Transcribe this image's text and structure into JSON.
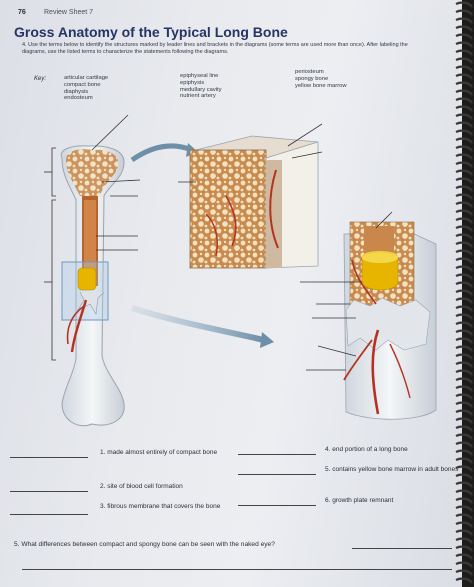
{
  "header": {
    "page_number": "76",
    "sheet": "Review Sheet 7"
  },
  "title": "Gross Anatomy of the Typical Long Bone",
  "instructions": "4. Use the terms below to identify the structures marked by leader lines and brackets in the diagrams (some terms are used more than once). After labeling the diagrams, use the listed terms to characterize the statements following the diagrams.",
  "key": {
    "label": "Key:",
    "col1": [
      "articular cartilage",
      "compact bone",
      "diaphysis",
      "endosteum"
    ],
    "col2": [
      "epiphyseal line",
      "epiphysis",
      "medullary cavity",
      "nutrient artery"
    ],
    "col3": [
      "periosteum",
      "spongy bone",
      "yellow bone marrow"
    ]
  },
  "statements": {
    "s1": "1. made almost entirely of compact bone",
    "s2": "2. site of blood cell formation",
    "s3": "3. fibrous membrane that covers the bone",
    "s4": "4. end portion of a long bone",
    "s5": "5. contains yellow bone marrow in adult bones",
    "s6": "6. growth plate remnant"
  },
  "question5": "5. What differences between compact and spongy bone can be seen with the naked eye?",
  "colors": {
    "title": "#263466",
    "bone": "#e9ecf0",
    "marrow": "#e7b400",
    "artery": "#b4321f",
    "spongy": "#d49a5c"
  }
}
